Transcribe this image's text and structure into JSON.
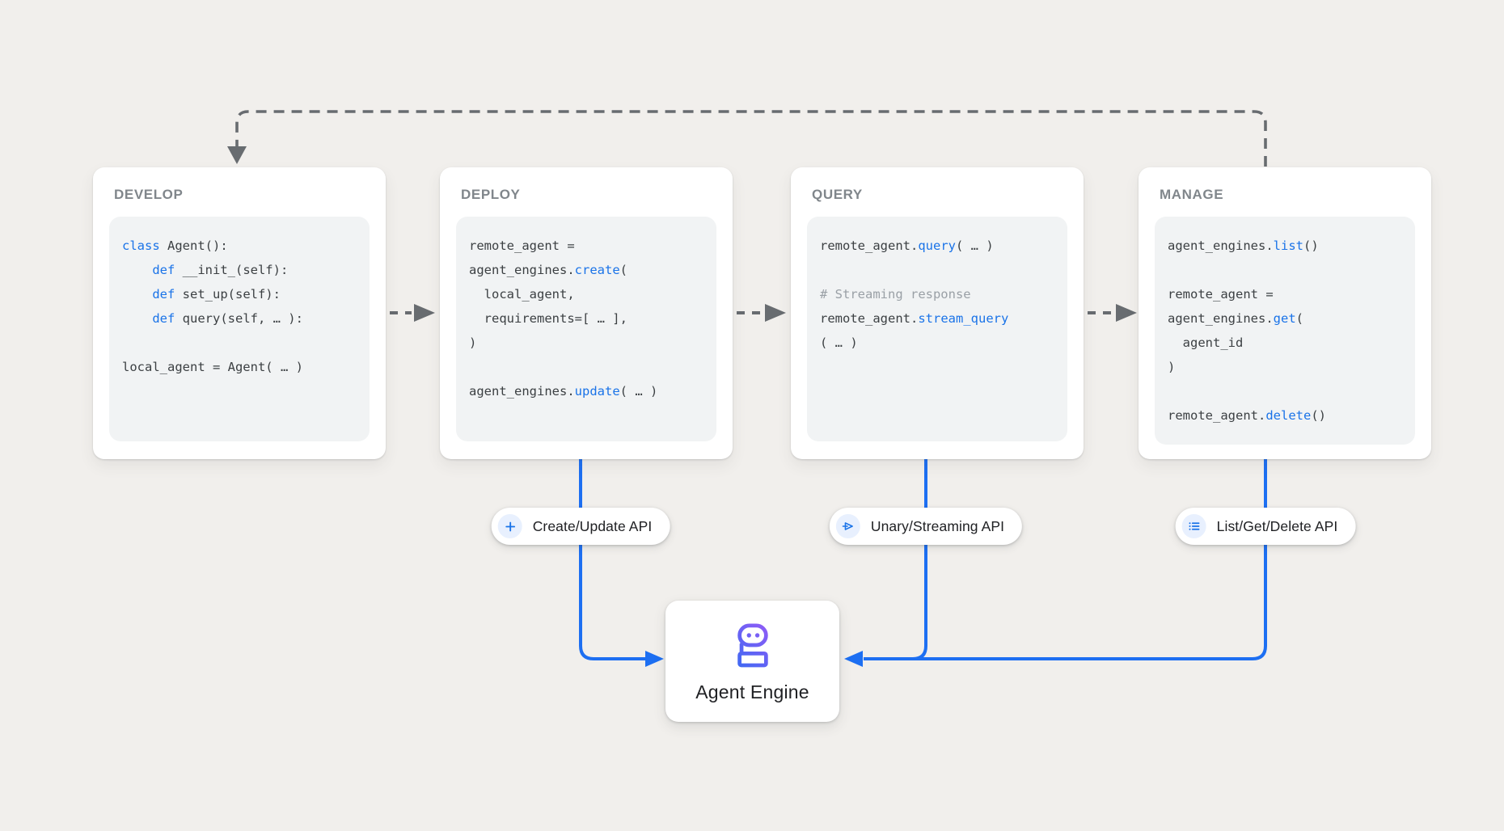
{
  "colors": {
    "background": "#f1efec",
    "card_bg": "#ffffff",
    "code_bg": "#f1f3f4",
    "heading": "#80868b",
    "code_text": "#3c4043",
    "keyword": "#1a73e8",
    "comment": "#9aa0a6",
    "connector_gray": "#686c70",
    "connector_blue": "#1d6ff2",
    "pill_icon_bg": "#e8f0fe",
    "label_dark": "#202124",
    "robot_blue": "#2f6bf2",
    "robot_purple": "#a259f7"
  },
  "cards": [
    {
      "id": "develop",
      "title": "DEVELOP",
      "code": [
        [
          {
            "t": "class",
            "c": "kw"
          },
          {
            "t": " Agent():"
          }
        ],
        [
          {
            "t": "    "
          },
          {
            "t": "def",
            "c": "kw"
          },
          {
            "t": " __init_(self):"
          }
        ],
        [
          {
            "t": "    "
          },
          {
            "t": "def",
            "c": "kw"
          },
          {
            "t": " set_up(self):"
          }
        ],
        [
          {
            "t": "    "
          },
          {
            "t": "def",
            "c": "kw"
          },
          {
            "t": " query(self, … ):"
          }
        ],
        [],
        [
          {
            "t": "local_agent = Agent( … )"
          }
        ]
      ]
    },
    {
      "id": "deploy",
      "title": "DEPLOY",
      "code": [
        [
          {
            "t": "remote_agent ="
          }
        ],
        [
          {
            "t": "agent_engines."
          },
          {
            "t": "create",
            "c": "kw"
          },
          {
            "t": "("
          }
        ],
        [
          {
            "t": "  local_agent,"
          }
        ],
        [
          {
            "t": "  requirements=[ … ],"
          }
        ],
        [
          {
            "t": ")"
          }
        ],
        [],
        [
          {
            "t": "agent_engines."
          },
          {
            "t": "update",
            "c": "kw"
          },
          {
            "t": "( … )"
          }
        ]
      ]
    },
    {
      "id": "query",
      "title": "QUERY",
      "code": [
        [
          {
            "t": "remote_agent."
          },
          {
            "t": "query",
            "c": "kw"
          },
          {
            "t": "( … )"
          }
        ],
        [],
        [
          {
            "t": "# Streaming response",
            "c": "cm"
          }
        ],
        [
          {
            "t": "remote_agent."
          },
          {
            "t": "stream_query",
            "c": "kw"
          }
        ],
        [
          {
            "t": "( … )"
          }
        ]
      ]
    },
    {
      "id": "manage",
      "title": "MANAGE",
      "code": [
        [
          {
            "t": "agent_engines."
          },
          {
            "t": "list",
            "c": "kw"
          },
          {
            "t": "()"
          }
        ],
        [],
        [
          {
            "t": "remote_agent ="
          }
        ],
        [
          {
            "t": "agent_engines."
          },
          {
            "t": "get",
            "c": "kw"
          },
          {
            "t": "("
          }
        ],
        [
          {
            "t": "  agent_id"
          }
        ],
        [
          {
            "t": ")"
          }
        ],
        [],
        [
          {
            "t": "remote_agent."
          },
          {
            "t": "delete",
            "c": "kw"
          },
          {
            "t": "()"
          }
        ]
      ]
    }
  ],
  "pills": [
    {
      "id": "create-update",
      "icon": "plus-icon",
      "label": "Create/Update API"
    },
    {
      "id": "unary-streaming",
      "icon": "send-icon",
      "label": "Unary/Streaming API"
    },
    {
      "id": "list-get-delete",
      "icon": "list-icon",
      "label": "List/Get/Delete API"
    }
  ],
  "engine": {
    "icon": "robot-icon",
    "label": "Agent Engine"
  }
}
